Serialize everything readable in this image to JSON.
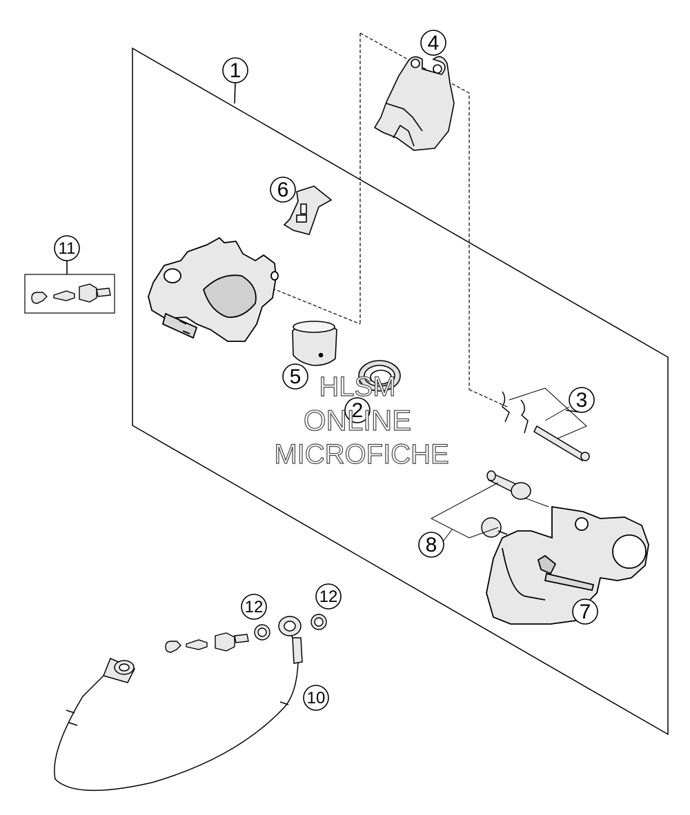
{
  "callouts": [
    {
      "id": 1,
      "label": "1"
    },
    {
      "id": 2,
      "label": "2"
    },
    {
      "id": 3,
      "label": "3"
    },
    {
      "id": 4,
      "label": "4"
    },
    {
      "id": 5,
      "label": "5"
    },
    {
      "id": 6,
      "label": "6"
    },
    {
      "id": 7,
      "label": "7"
    },
    {
      "id": 8,
      "label": "8"
    },
    {
      "id": 10,
      "label": "10"
    },
    {
      "id": 11,
      "label": "11"
    },
    {
      "id": 121,
      "label": "12"
    },
    {
      "id": 122,
      "label": "12"
    }
  ],
  "watermark": {
    "line1": "HLSM",
    "line2": "ONLINE",
    "line3": "MICROFICHE"
  },
  "colors": {
    "line": "#000000",
    "part_fill": "#e8e8e8",
    "part_dark": "#9a9a9a",
    "watermark_stroke": "#444444"
  }
}
